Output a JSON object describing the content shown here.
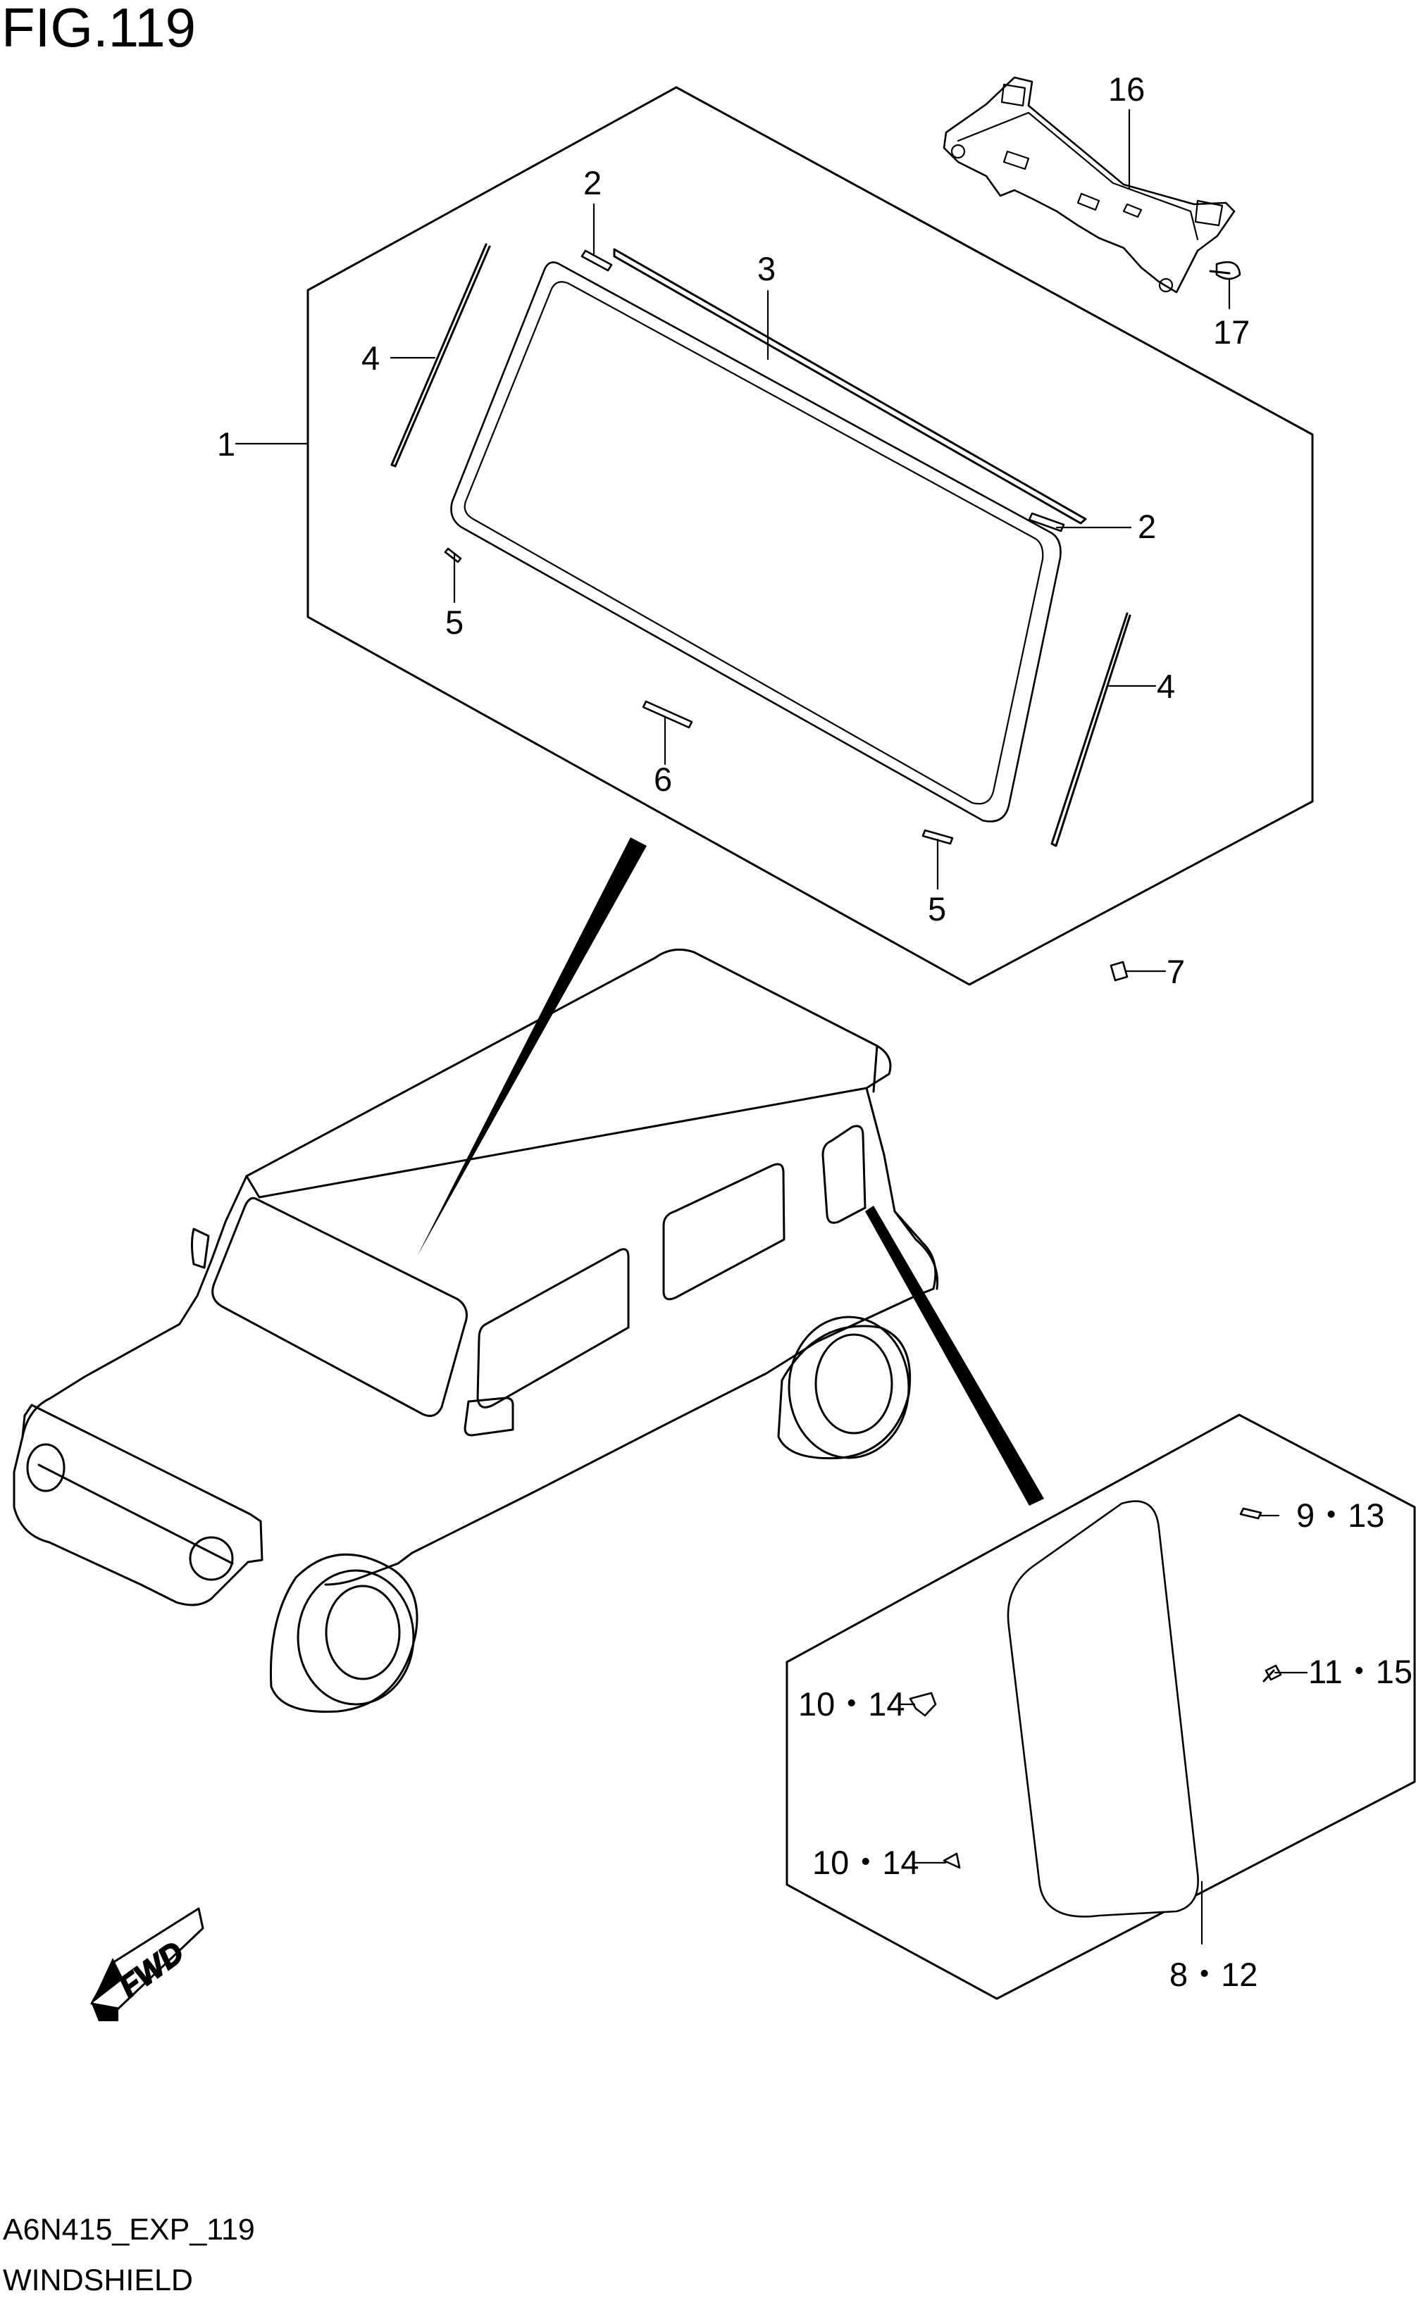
{
  "figure": {
    "title": "FIG.119"
  },
  "footer": {
    "code": "A6N415_EXP_119",
    "name": "WINDSHIELD"
  },
  "fwd_label": "FWD",
  "callouts": {
    "c1": "1",
    "c2a": "2",
    "c2b": "2",
    "c3": "3",
    "c4a": "4",
    "c4b": "4",
    "c5a": "5",
    "c5b": "5",
    "c6": "6",
    "c7": "7",
    "c16": "16",
    "c17": "17",
    "c8_12": "8・12",
    "c9_13": "9・13",
    "c10_14a": "10・14",
    "c10_14b": "10・14",
    "c11_15": "11・15"
  }
}
